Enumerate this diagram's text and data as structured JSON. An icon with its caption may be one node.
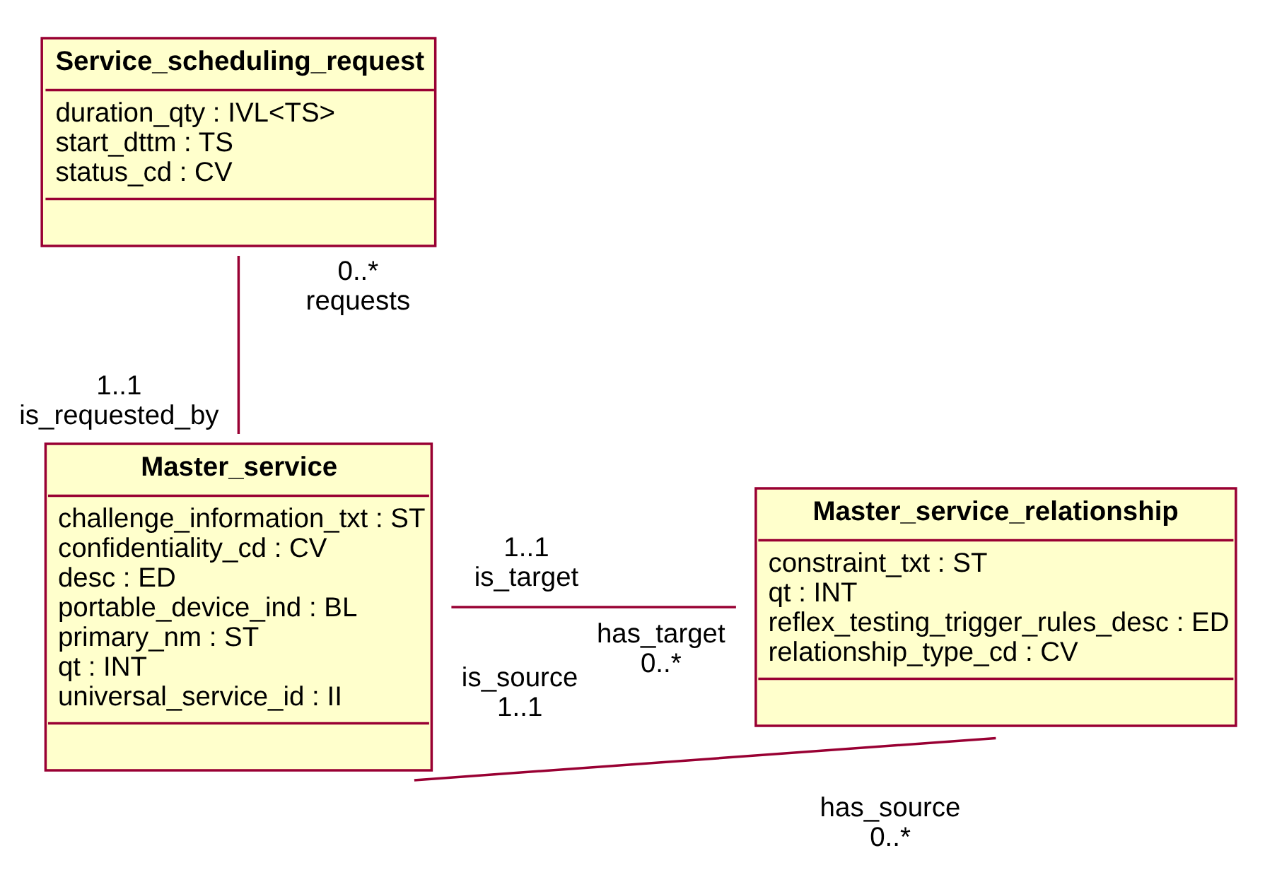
{
  "diagram": {
    "nodes": [
      {
        "text": [
          "Service_scheduling_request",
          "duration_qty : IVL<TS>",
          "start_dttm : TS",
          "status_cd : CV"
        ]
      },
      {
        "text": [
          "Master_service",
          "challenge_information_txt : ST",
          "confidentiality_cd : CV",
          "desc : ED",
          "portable_device_ind : BL",
          "primary_nm : ST",
          "qt : INT",
          "universal_service_id : II"
        ]
      },
      {
        "text": [
          "Master_service_relationship",
          "constraint_txt : ST",
          "qt : INT",
          "reflex_testing_trigger_rules_desc : ED",
          "relationship_type_cd : CV"
        ]
      }
    ],
    "edges": [
      {
        "from": 0,
        "to": 1,
        "arrow": "none"
      },
      {
        "from": 1,
        "to": 2,
        "arrow": "none"
      },
      {
        "from": 1,
        "to": 2,
        "arrow": "none"
      }
    ],
    "labels": [
      "0..*",
      "requests",
      "1..1",
      "is_requested_by",
      "1..1",
      "has_target",
      "is_target",
      "0..*",
      "is_source",
      "1..1",
      "has_source",
      "0..*"
    ]
  }
}
